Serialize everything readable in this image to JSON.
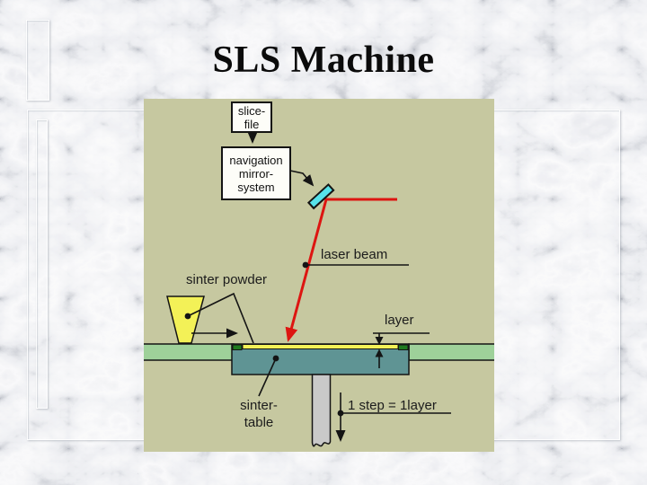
{
  "slide": {
    "title": "SLS Machine"
  },
  "diagram": {
    "boxes": {
      "slice_file": {
        "lines": [
          "slice-",
          "file"
        ]
      },
      "navigation_mirror": {
        "lines": [
          "navigation",
          "mirror-",
          "system"
        ]
      }
    },
    "labels": {
      "laser_beam": "laser beam",
      "sinter_powder": "sinter powder",
      "layer": "layer",
      "sinter_table": {
        "lines": [
          "sinter-",
          "table"
        ]
      },
      "step_equation": "1 step = 1layer"
    },
    "colors": {
      "panel_bg": "#c6c8a0",
      "band_green": "#9ed19a",
      "table_teal": "#5f9494",
      "powder_yellow": "#f3f157",
      "layer_end_green": "#1f7a1f",
      "laser_red": "#dd1511",
      "mirror_cyan": "#56e2ea",
      "piston_gray": "#c9c9c9",
      "line_black": "#141414"
    }
  }
}
